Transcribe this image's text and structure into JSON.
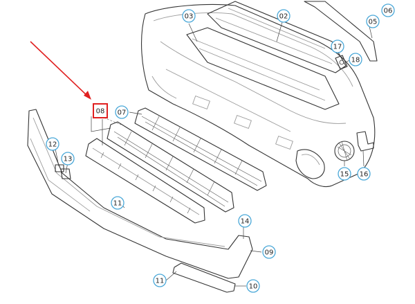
{
  "diagram": {
    "callouts": [
      {
        "id": "callout-01",
        "label": "02",
        "highlight": false
      },
      {
        "id": "callout-02",
        "label": "03",
        "highlight": false
      },
      {
        "id": "callout-03",
        "label": "05",
        "highlight": false
      },
      {
        "id": "callout-04",
        "label": "06",
        "highlight": false
      },
      {
        "id": "callout-05",
        "label": "07",
        "highlight": false
      },
      {
        "id": "callout-06",
        "label": "08",
        "highlight": true
      },
      {
        "id": "callout-07",
        "label": "09",
        "highlight": false
      },
      {
        "id": "callout-08",
        "label": "10",
        "highlight": false
      },
      {
        "id": "callout-09",
        "label": "11",
        "highlight": false
      },
      {
        "id": "callout-10",
        "label": "11",
        "highlight": false
      },
      {
        "id": "callout-11",
        "label": "12",
        "highlight": false
      },
      {
        "id": "callout-12",
        "label": "13",
        "highlight": false
      },
      {
        "id": "callout-13",
        "label": "14",
        "highlight": false
      },
      {
        "id": "callout-14",
        "label": "15",
        "highlight": false
      },
      {
        "id": "callout-15",
        "label": "16",
        "highlight": false
      },
      {
        "id": "callout-16",
        "label": "17",
        "highlight": false
      },
      {
        "id": "callout-17",
        "label": "18",
        "highlight": false
      }
    ],
    "colors": {
      "highlight_box": "#e02020",
      "arrow": "#e02020",
      "callout_circle": "#4aa8d8",
      "line_art": "#333333"
    }
  }
}
